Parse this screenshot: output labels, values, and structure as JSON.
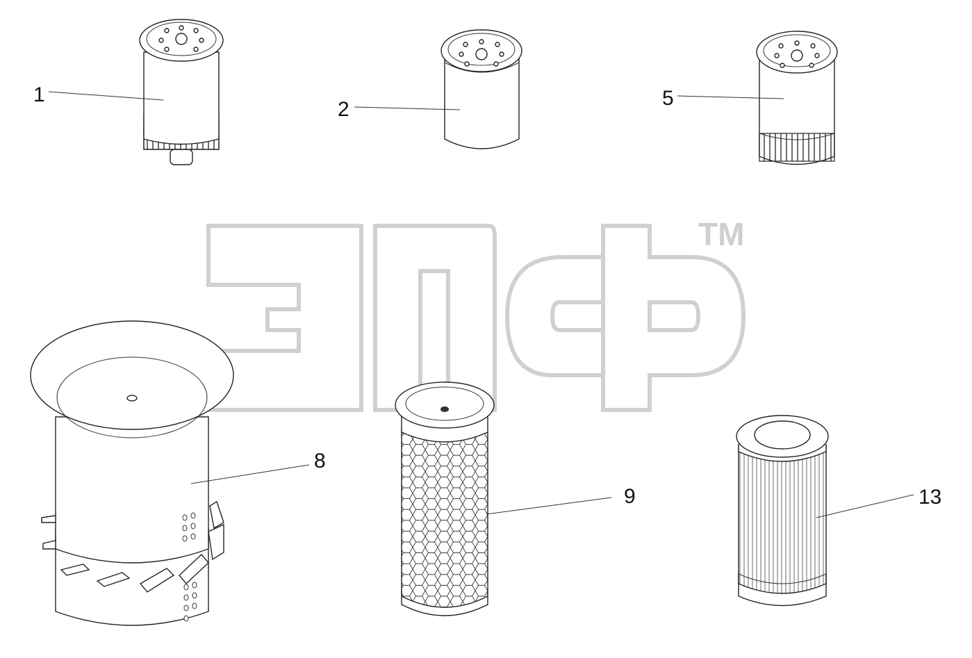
{
  "watermark": {
    "trademark": "TM",
    "color": "#d0d0d0"
  },
  "callouts": {
    "c1": "1",
    "c2": "2",
    "c5": "5",
    "c8": "8",
    "c9": "9",
    "c13": "13"
  },
  "parts": [
    {
      "id": "1",
      "icon": "fuel-filter-with-bowl-icon"
    },
    {
      "id": "2",
      "icon": "spin-on-filter-icon"
    },
    {
      "id": "5",
      "icon": "ribbed-spin-on-filter-icon"
    },
    {
      "id": "8",
      "icon": "cyclone-precleaner-icon"
    },
    {
      "id": "9",
      "icon": "mesh-air-filter-element-icon"
    },
    {
      "id": "13",
      "icon": "pleated-hydraulic-filter-icon"
    }
  ]
}
